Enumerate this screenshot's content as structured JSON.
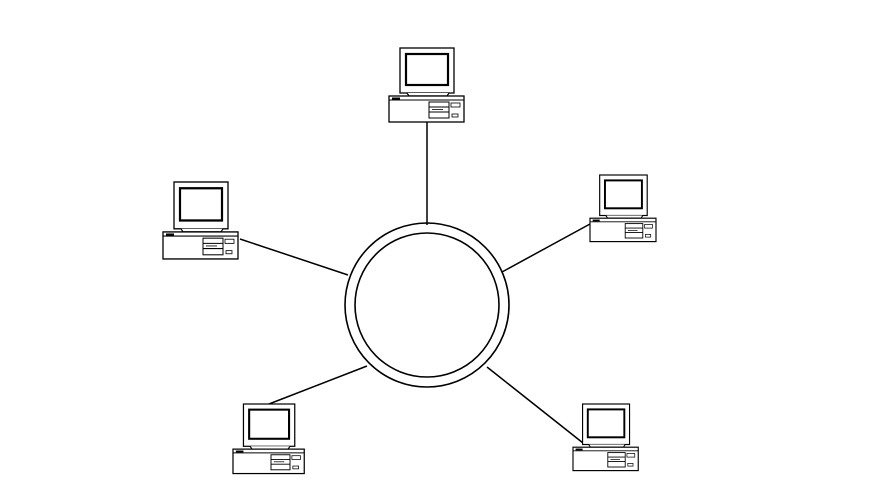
{
  "diagram": {
    "type": "ring-network-topology",
    "hub": {
      "shape": "double-ring-icon"
    },
    "nodes": [
      {
        "id": "top",
        "icon": "desktop-computer-icon"
      },
      {
        "id": "right",
        "icon": "desktop-computer-icon"
      },
      {
        "id": "bottom-right",
        "icon": "desktop-computer-icon"
      },
      {
        "id": "bottom-left",
        "icon": "desktop-computer-icon"
      },
      {
        "id": "left",
        "icon": "desktop-computer-icon"
      }
    ],
    "stroke_color": "#000000",
    "background_color": "#ffffff"
  }
}
